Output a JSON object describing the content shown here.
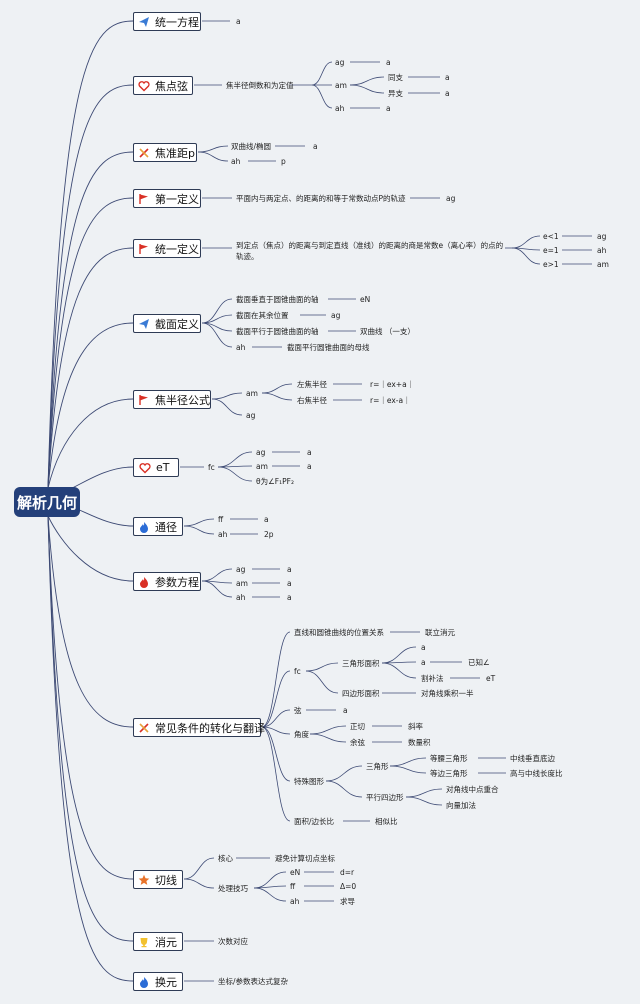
{
  "root": "解析几何",
  "topics": {
    "t1": "统一方程",
    "t2": "焦点弦",
    "t3": "焦准距p",
    "t4": "第一定义",
    "t5": "统一定义",
    "t6": "截面定义",
    "t7": "焦半径公式",
    "t8": "eT",
    "t9": "通径",
    "t10": "参数方程",
    "t11": "常见条件的转化与翻译",
    "t12": "切线",
    "t13": "消元",
    "t14": "换元"
  },
  "icons": {
    "t1": "paper-plane-icon",
    "t2": "heart-icon",
    "t3": "tools-icon",
    "t4": "flag-icon",
    "t5": "flag-icon",
    "t6": "paper-plane-icon",
    "t7": "flag-icon",
    "t8": "heart-icon",
    "t9": "flame-icon",
    "t10": "flame-icon",
    "t11": "tools-icon",
    "t12": "star-icon",
    "t13": "trophy-icon",
    "t14": "flame-icon"
  },
  "colors": {
    "root_bg": "#24407a",
    "line": "#3d4a74",
    "flag": "#d93025",
    "heart": "#d93025",
    "plane": "#3a7bd5",
    "flame": "#2b6cd6",
    "star": "#e8732a",
    "trophy": "#f2c12e"
  },
  "labels": {
    "t1_a": "a",
    "t2_1": "焦半径倒数和为定值",
    "t2_ag": "ag",
    "t2_ag_v": "a",
    "t2_am": "am",
    "t2_tong": "同支",
    "t2_tong_v": "a",
    "t2_yi": "异支",
    "t2_yi_v": "a",
    "t2_ah": "ah",
    "t2_ah_v": "a",
    "t3_1": "双曲线/椭圆",
    "t3_1v": "a",
    "t3_ah": "ah",
    "t3_ahv": "p",
    "t4_1": "平面内与两定点、的距离的和等于常数动点P的轨迹",
    "t4_1v": "ag",
    "t5_1": "到定点（焦点）的距离与到定直线（准线）的距离的商是常数e（离心率）的点的",
    "t5_2": "轨迹。",
    "t5_e1": "e<1",
    "t5_e1v": "ag",
    "t5_e2": "e=1",
    "t5_e2v": "ah",
    "t5_e3": "e>1",
    "t5_e3v": "am",
    "t6_1": "截面垂直于圆锥曲面的轴",
    "t6_1v": "eN",
    "t6_2": "截面在其余位置",
    "t6_2v": "ag",
    "t6_3": "截面平行于圆锥曲面的轴",
    "t6_3v": "双曲线 （一支）",
    "t6_4": "ah",
    "t6_4v": "截面平行圆锥曲面的母线",
    "t7_am": "am",
    "t7_left": "左焦半径",
    "t7_leftv": "r=｜ex+a｜",
    "t7_right": "右焦半径",
    "t7_rightv": "r=｜ex-a｜",
    "t7_ag": "ag",
    "t8_fc": "fc",
    "t8_ag": "ag",
    "t8_agv": "a",
    "t8_am": "am",
    "t8_amv": "a",
    "t8_theta": "θ为∠F₁PF₂",
    "t9_ff": "ff",
    "t9_ffv": "a",
    "t9_ah": "ah",
    "t9_ahv": "2p",
    "t10_ag": "ag",
    "t10_agv": "a",
    "t10_am": "am",
    "t10_amv": "a",
    "t10_ah": "ah",
    "t10_ahv": "a",
    "t11_1": "直线和圆锥曲线的位置关系",
    "t11_1v": "联立消元",
    "t11_fc": "fc",
    "t11_sj": "三角形面积",
    "t11_sj_a1": "a",
    "t11_sj_a2": "a",
    "t11_sj_a2v": "已知∠",
    "t11_sj_gb": "割补法",
    "t11_sj_gbv": "eT",
    "t11_sbx": "四边形面积",
    "t11_sbxv": "对角线乘积一半",
    "t11_xian": "弦",
    "t11_xianv": "a",
    "t11_jd": "角度",
    "t11_zq": "正切",
    "t11_zqv": "斜率",
    "t11_yx": "余弦",
    "t11_yxv": "数量积",
    "t11_ts": "特殊图形",
    "t11_sjx": "三角形",
    "t11_dy": "等腰三角形",
    "t11_dyv": "中线垂直底边",
    "t11_db": "等边三角形",
    "t11_dbv": "高与中线长度比",
    "t11_px": "平行四边形",
    "t11_pxv1": "对角线中点重合",
    "t11_pxv2": "向量加法",
    "t11_mj": "面积/边长比",
    "t11_mjv": "相似比",
    "t12_hx": "核心",
    "t12_hxv": "避免计算切点坐标",
    "t12_cl": "处理技巧",
    "t12_en": "eN",
    "t12_env": "d=r",
    "t12_ff": "ff",
    "t12_ffv": "Δ=0",
    "t12_ah": "ah",
    "t12_ahv": "求导",
    "t13_1": "次数对应",
    "t14_1": "坐标/参数表达式复杂"
  }
}
